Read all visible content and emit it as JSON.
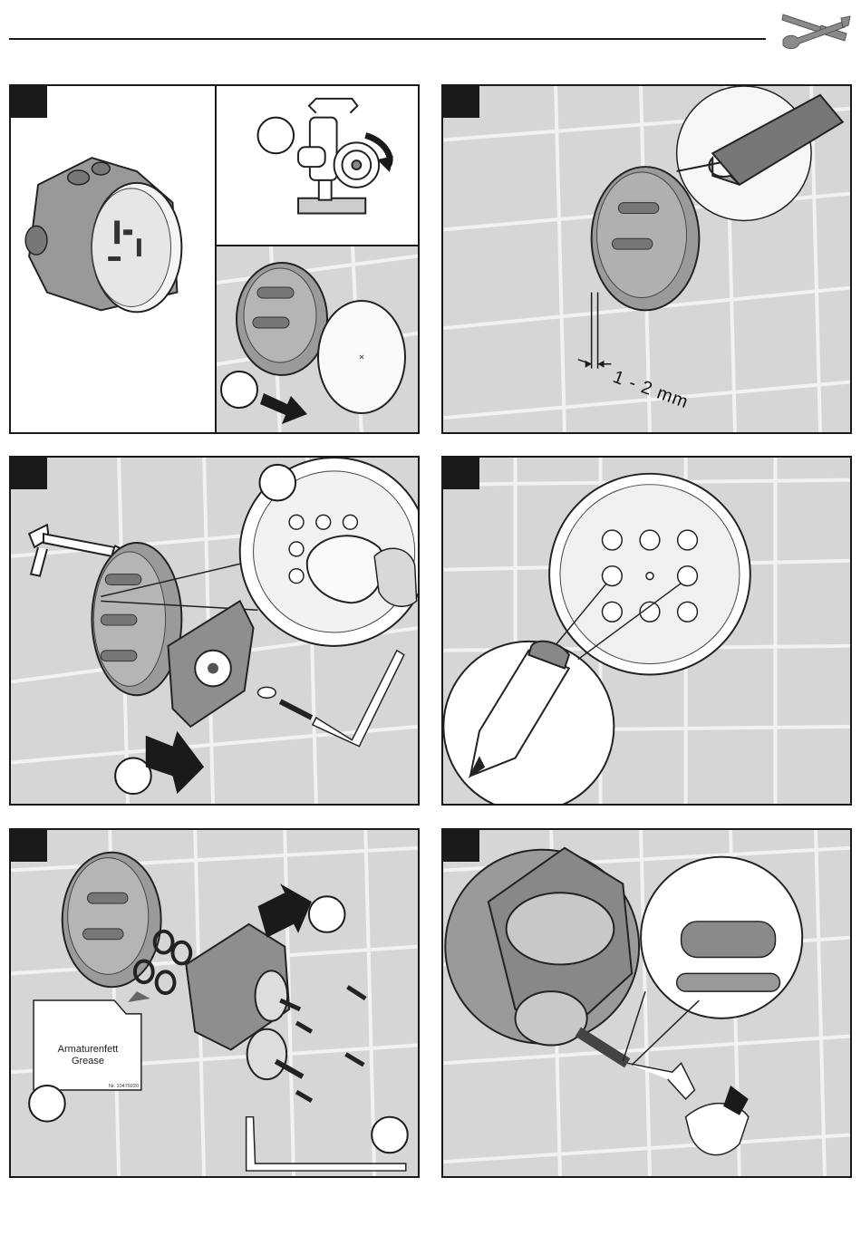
{
  "page": {
    "header_icon": "wrench-screwdriver-icon"
  },
  "steps": [
    {
      "id": "step-1",
      "icons": [
        "installation-box-icon",
        "valve-turn-icon",
        "protective-cover-removal-icon"
      ]
    },
    {
      "id": "step-2",
      "icons": [
        "cutting-tool-icon"
      ],
      "dimension_label": "1 - 2 mm"
    },
    {
      "id": "step-3",
      "icons": [
        "sealant-gun-icon",
        "cloth-wipe-icon",
        "allen-key-icon"
      ]
    },
    {
      "id": "step-4",
      "icons": [
        "pencil-marking-icon"
      ]
    },
    {
      "id": "step-5",
      "icons": [
        "grease-tube-icon",
        "o-ring-icon",
        "screw-icon",
        "allen-key-icon"
      ],
      "grease_label_line1": "Armaturenfett",
      "grease_label_line2": "Grease",
      "part_number": "Nr. 10479220"
    },
    {
      "id": "step-6",
      "icons": [
        "threaded-extension-icon",
        "rotate-arrow-icon"
      ]
    }
  ],
  "colors": {
    "outline": "#1a1a1a",
    "tile": "#d6d6d6",
    "grout": "#f2f2f2",
    "part": "#8e8e8e"
  }
}
